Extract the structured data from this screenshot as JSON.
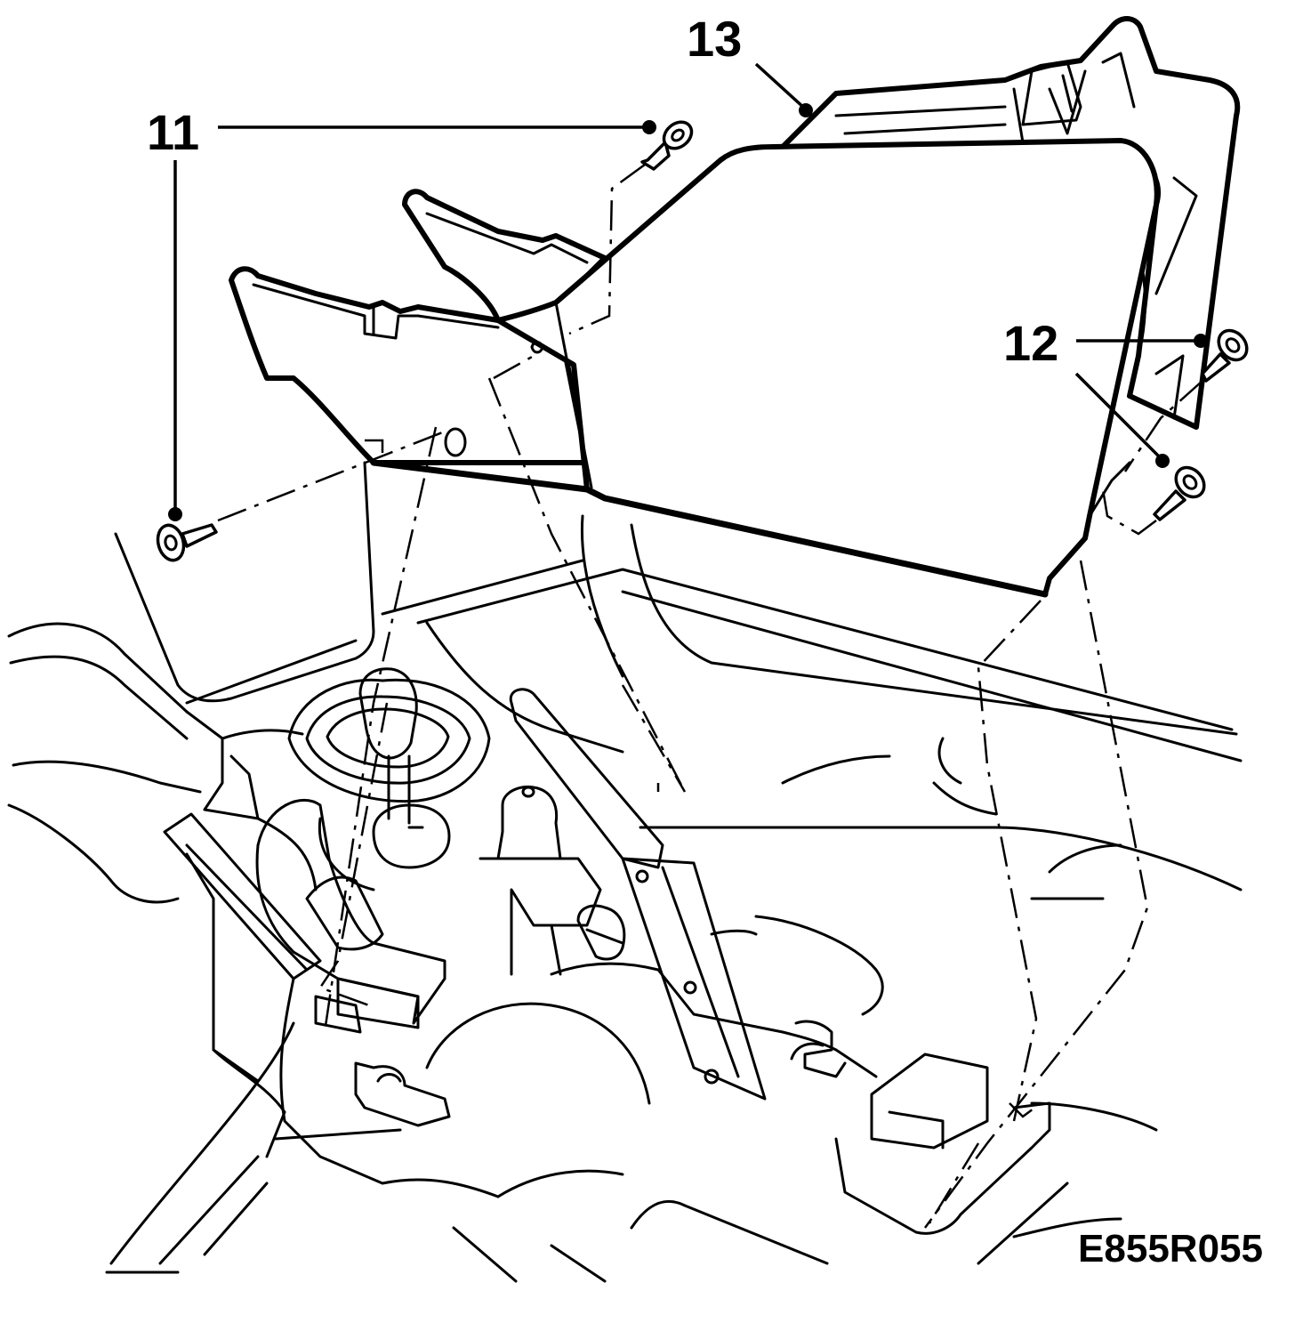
{
  "diagram": {
    "callouts": [
      {
        "id": "11",
        "text": "11"
      },
      {
        "id": "12",
        "text": "12"
      },
      {
        "id": "13",
        "text": "13"
      }
    ],
    "figure_id": "E855R055",
    "line_color": "#000000",
    "background": "#ffffff"
  }
}
